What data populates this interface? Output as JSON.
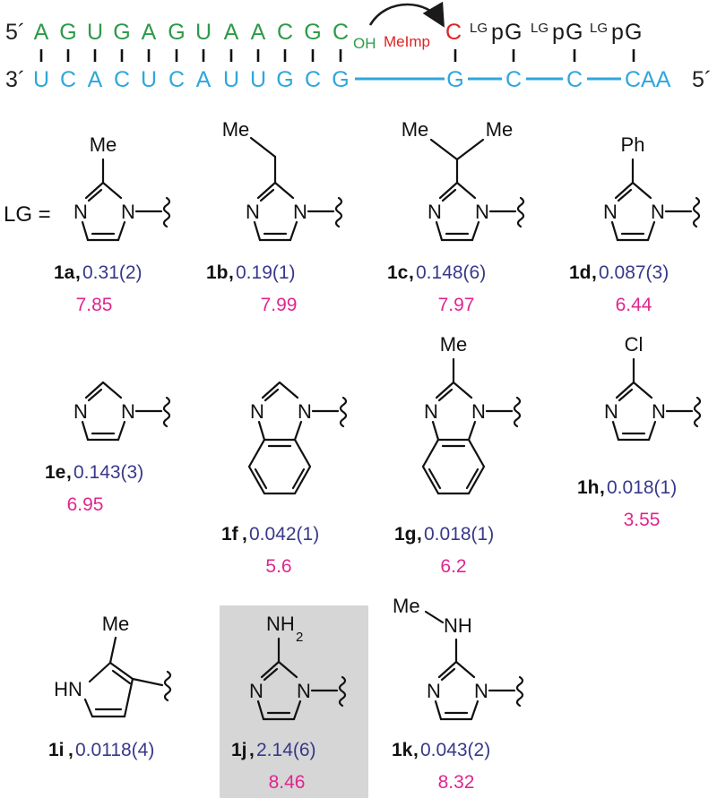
{
  "duplex": {
    "primer": {
      "five_prime": "5´",
      "bases": [
        "A",
        "G",
        "U",
        "G",
        "A",
        "G",
        "U",
        "A",
        "A",
        "C",
        "G",
        "C"
      ],
      "oh": "OH"
    },
    "activated": {
      "leaving_group": "MeImp",
      "base": "C",
      "helpers": [
        {
          "lg": "LG",
          "p": "p",
          "base": "G"
        },
        {
          "lg": "LG",
          "p": "p",
          "base": "G"
        },
        {
          "lg": "LG",
          "p": "p",
          "base": "G"
        }
      ]
    },
    "template": {
      "three_prime": "3´",
      "bases": [
        "U",
        "C",
        "A",
        "C",
        "U",
        "C",
        "A",
        "U",
        "U",
        "G",
        "C",
        "G"
      ],
      "extension": [
        "G",
        "C",
        "C"
      ],
      "tail": "CAA",
      "five_prime": "5´"
    }
  },
  "lg_label": "LG =",
  "compounds": [
    {
      "id": "1a",
      "rate": "0.31(2)",
      "pka": "7.85",
      "core": "imidazole",
      "substituent": "Me",
      "highlighted": false
    },
    {
      "id": "1b",
      "rate": "0.19(1)",
      "pka": "7.99",
      "core": "imidazole",
      "substituent": "Me",
      "highlighted": false
    },
    {
      "id": "1c",
      "rate": "0.148(6)",
      "pka": "7.97",
      "core": "imidazole",
      "substituent_labels": [
        "Me",
        "Me"
      ],
      "highlighted": false
    },
    {
      "id": "1d",
      "rate": "0.087(3)",
      "pka": "6.44",
      "core": "imidazole",
      "substituent": "Ph",
      "highlighted": false
    },
    {
      "id": "1e",
      "rate": "0.143(3)",
      "pka": "6.95",
      "core": "imidazole",
      "substituent": "",
      "highlighted": false
    },
    {
      "id": "1f",
      "rate": "0.042(1)",
      "pka": "5.6",
      "core": "benzimidazole",
      "substituent": "",
      "highlighted": false
    },
    {
      "id": "1g",
      "rate": "0.018(1)",
      "pka": "6.2",
      "core": "benzimidazole",
      "substituent": "Me",
      "highlighted": false
    },
    {
      "id": "1h",
      "rate": "0.018(1)",
      "pka": "3.55",
      "core": "imidazole",
      "substituent": "Cl",
      "highlighted": false
    },
    {
      "id": "1i",
      "rate": "0.0118(4)",
      "pka": "",
      "core": "pyrrole",
      "substituent": "Me",
      "highlighted": false
    },
    {
      "id": "1j",
      "rate": "2.14(6)",
      "pka": "8.46",
      "core": "imidazole",
      "substituent_label": "NH",
      "substituent_sub": "2",
      "highlighted": true
    },
    {
      "id": "1k",
      "rate": "0.043(2)",
      "pka": "8.32",
      "core": "imidazole",
      "substituent_labels": [
        "Me",
        "NH"
      ],
      "highlighted": false
    }
  ],
  "atoms": {
    "N": "N",
    "HN": "HN"
  },
  "colors": {
    "primer": "#2e9a48",
    "template": "#2fa7dd",
    "activated": "#e02222",
    "rate": "#38388a",
    "pka": "#e0268e",
    "highlight": "#d6d6d6"
  }
}
